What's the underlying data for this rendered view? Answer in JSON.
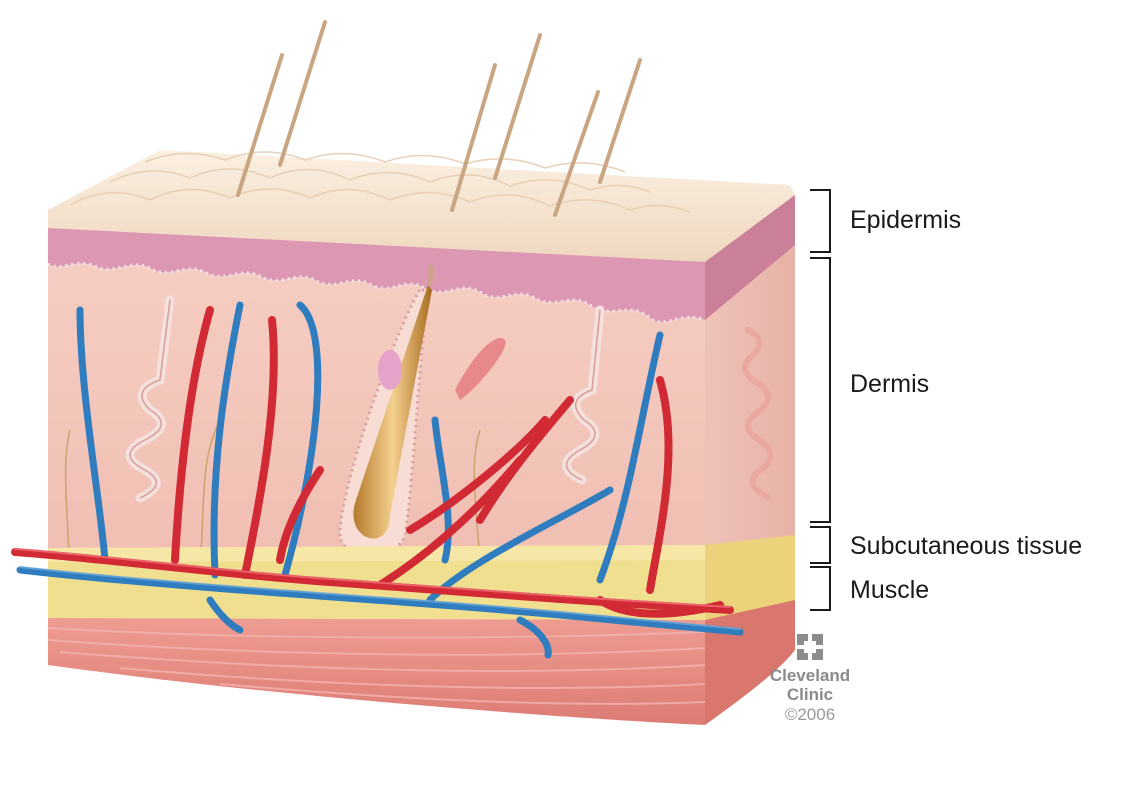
{
  "labels": {
    "epidermis": "Epidermis",
    "dermis": "Dermis",
    "subcutaneous": "Subcutaneous tissue",
    "muscle": "Muscle"
  },
  "logo": {
    "line1": "Cleveland",
    "line2": "Clinic",
    "copyright": "©2006"
  },
  "colors": {
    "epidermis_surface": "#f5e3cc",
    "epidermis_pink": "#d98fae",
    "dermis": "#f3c7bd",
    "fat": "#f0dc8a",
    "muscle": "#e98a82",
    "artery": "#d22a34",
    "vein": "#2f7dbf",
    "hair": "#c7a27c"
  }
}
